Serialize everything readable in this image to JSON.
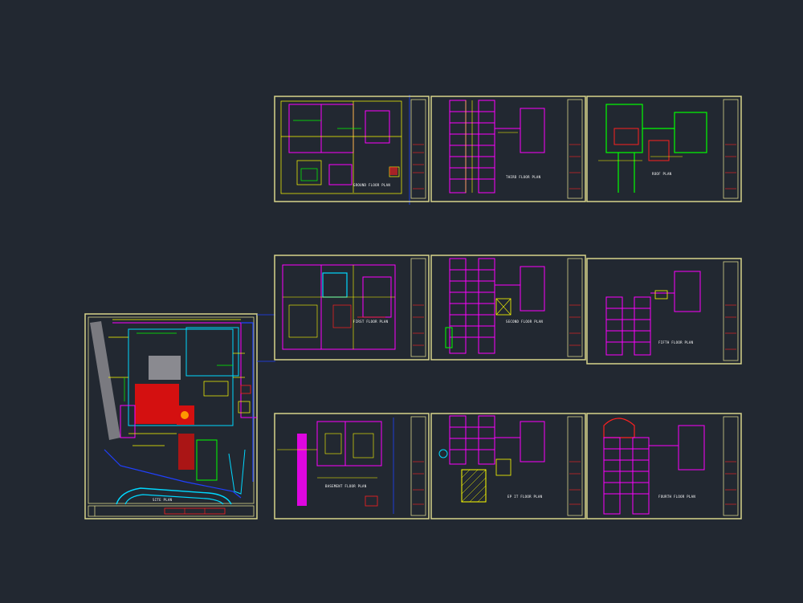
{
  "colors": {
    "background": "#222831",
    "frame": "#d8d48a",
    "magenta": "#ff00ff",
    "yellow": "#ffff00",
    "green": "#00ff00",
    "red": "#ff2020",
    "cyan": "#00d8ff",
    "blue": "#2040ff",
    "white": "#ffffff"
  },
  "sheets": {
    "site": {
      "title": "SITE PLAN"
    },
    "r1c1": {
      "title": "GROUND FLOOR PLAN"
    },
    "r1c2": {
      "title": "THIRD FLOOR PLAN"
    },
    "r1c3": {
      "title": "ROOF PLAN"
    },
    "r2c1": {
      "title": "FIRST FLOOR PLAN"
    },
    "r2c2": {
      "title": "SECOND FLOOR PLAN"
    },
    "r2c3": {
      "title": "FIFTH FLOOR PLAN"
    },
    "r3c1": {
      "title": "BASEMENT FLOOR PLAN"
    },
    "r3c2": {
      "title": "EP IT FLOOR PLAN"
    },
    "r3c3": {
      "title": "FOURTH FLOOR PLAN"
    }
  }
}
